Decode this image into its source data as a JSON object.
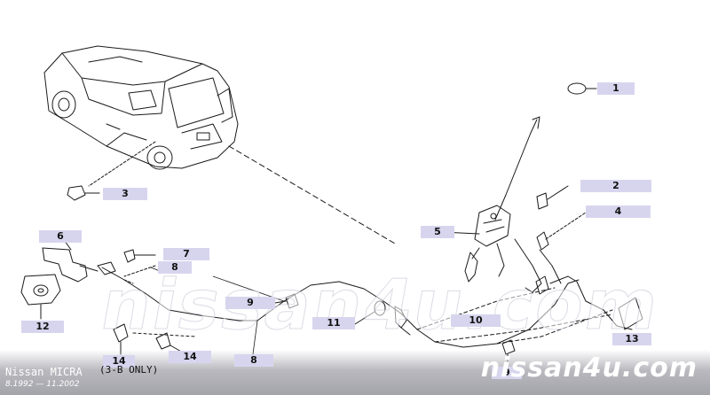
{
  "diagram": {
    "callouts": [
      {
        "id": "c1",
        "label": "1"
      },
      {
        "id": "c2",
        "label": "2"
      },
      {
        "id": "c3",
        "label": "3"
      },
      {
        "id": "c4",
        "label": "4"
      },
      {
        "id": "c5",
        "label": "5"
      },
      {
        "id": "c6",
        "label": "6"
      },
      {
        "id": "c7",
        "label": "7"
      },
      {
        "id": "c8a",
        "label": "8"
      },
      {
        "id": "c8b",
        "label": "8"
      },
      {
        "id": "c9a",
        "label": "9"
      },
      {
        "id": "c9b",
        "label": "9"
      },
      {
        "id": "c10",
        "label": "10"
      },
      {
        "id": "c11",
        "label": "11"
      },
      {
        "id": "c12",
        "label": "12"
      },
      {
        "id": "c13",
        "label": "13"
      },
      {
        "id": "c14a",
        "label": "14"
      },
      {
        "id": "c14b",
        "label": "14"
      }
    ],
    "note": "(3-B ONLY)",
    "watermark": "nissan4u.com",
    "brand": "nissan4u.com",
    "model": "Nissan MICRA",
    "years": "8.1992 — 11.2002",
    "colors": {
      "callout_bg": "#d7d5ee",
      "line": "#1a1a1a",
      "band": "#a3a3aa"
    }
  }
}
